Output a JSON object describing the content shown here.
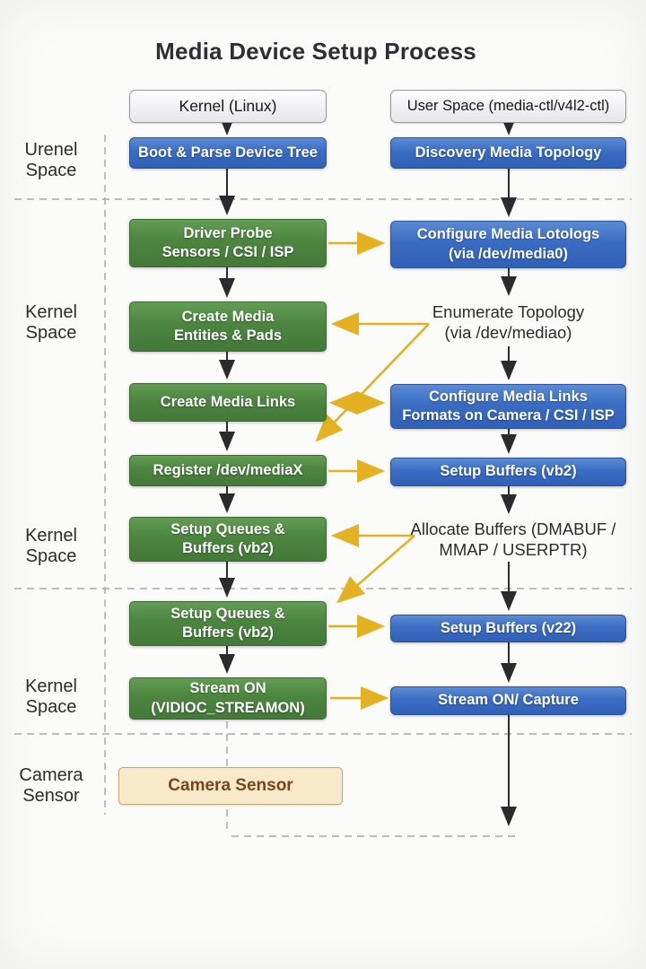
{
  "title": "Media Device Setup Process",
  "lanes": [
    {
      "label": "Urenel\nSpace"
    },
    {
      "label": "Kernel\nSpace"
    },
    {
      "label": "Kernel\nSpace"
    },
    {
      "label": "Kernel\nSpace"
    },
    {
      "label": "Camera\nSensor"
    }
  ],
  "headers": {
    "kernel": "Kernel (Linux)",
    "user": "User Space (media-ctl/v4l2-ctl)"
  },
  "nodes": {
    "boot_parse": "Boot & Parse Device Tree",
    "discovery": "Discovery Media Topology",
    "driver_probe": "Driver Probe\nSensors / CSI / ISP",
    "configure_lotologs": "Configure Media Lotologs\n(via /dev/media0)",
    "create_entities": "Create Media\nEntities & Pads",
    "enumerate_topology": "Enumerate Topology\n(via /dev/mediao)",
    "create_links": "Create Media Links",
    "configure_links": "Configure Media Links\nFormats on Camera / CSI / ISP",
    "register_media": "Register /dev/mediaX",
    "setup_buffers_vb2": "Setup Buffers (vb2)",
    "setup_queues_1": "Setup Queues &\nBuffers (vb2)",
    "allocate_buffers": "Allocate Buffers (DMABUF /\nMMAP / USERPTR)",
    "setup_queues_2": "Setup Queues &\nBuffers (vb2)",
    "setup_buffers_v22": "Setup Buffers (v22)",
    "stream_on": "Stream ON\n(VIDIOC_STREAMON)",
    "stream_on_capture": "Stream ON/ Capture",
    "camera_sensor": "Camera Sensor"
  },
  "colors": {
    "blue_box": "#3a6cc3",
    "green_box": "#4c8540",
    "gray_header": "#e7e7ec",
    "tan_box": "#f7e9c9",
    "yellow_arrow": "#e3b122",
    "black_arrow": "#2b2b2e",
    "dashed_line": "#b3b3b3",
    "background": "#fbfbf9"
  }
}
